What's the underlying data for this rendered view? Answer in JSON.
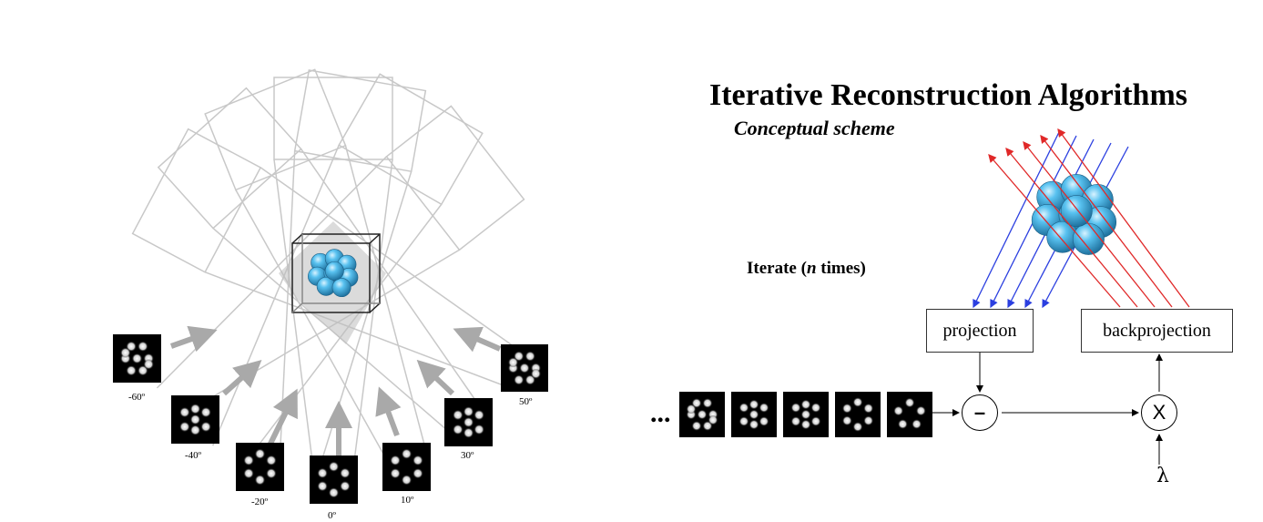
{
  "title": "Iterative Reconstruction Algorithms",
  "subtitle": "Conceptual scheme",
  "iterate_label_prefix": "Iterate (",
  "iterate_label_n": "n",
  "iterate_label_suffix": " times)",
  "projection_label": "projection",
  "backprojection_label": "backprojection",
  "minus_symbol": "–",
  "multiply_symbol": "X",
  "lambda_symbol": "λ",
  "ellipsis": "...",
  "tilt_angles": [
    "-60º",
    "-40º",
    "-20º",
    "0º",
    "10º",
    "30º",
    "50º"
  ],
  "colors": {
    "sphere": "#4fb8e8",
    "forward_rays": "#2b3fe0",
    "back_rays": "#e02828",
    "frame_lines": "#c8c8c8",
    "arrows": "#a9a9a9"
  }
}
